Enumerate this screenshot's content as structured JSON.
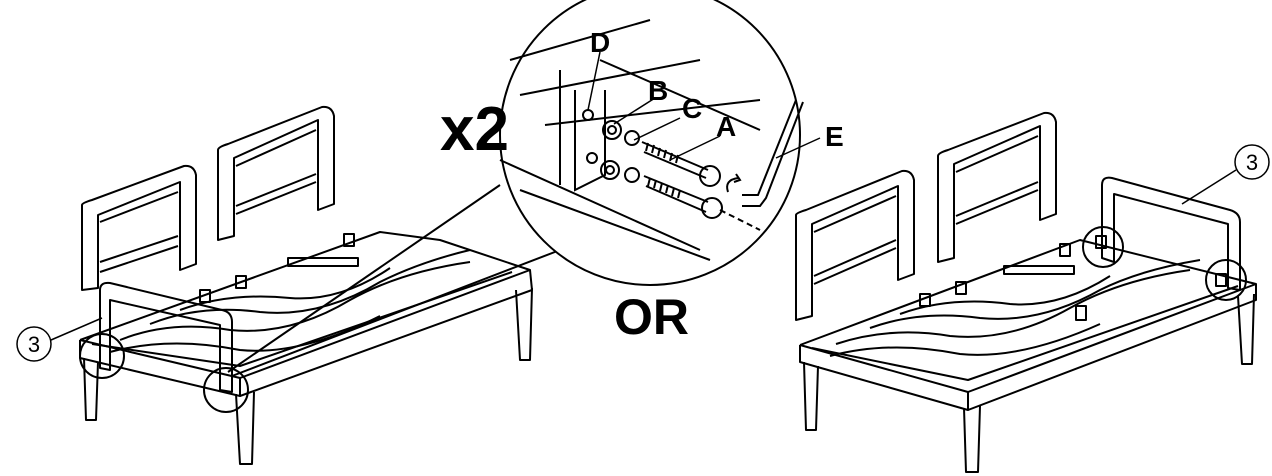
{
  "diagram": {
    "multiplier": "x2",
    "or_label": "OR",
    "parts": {
      "A": "A",
      "B": "B",
      "C": "C",
      "D": "D",
      "E": "E"
    },
    "callout_left": "3",
    "callout_right": "3"
  }
}
